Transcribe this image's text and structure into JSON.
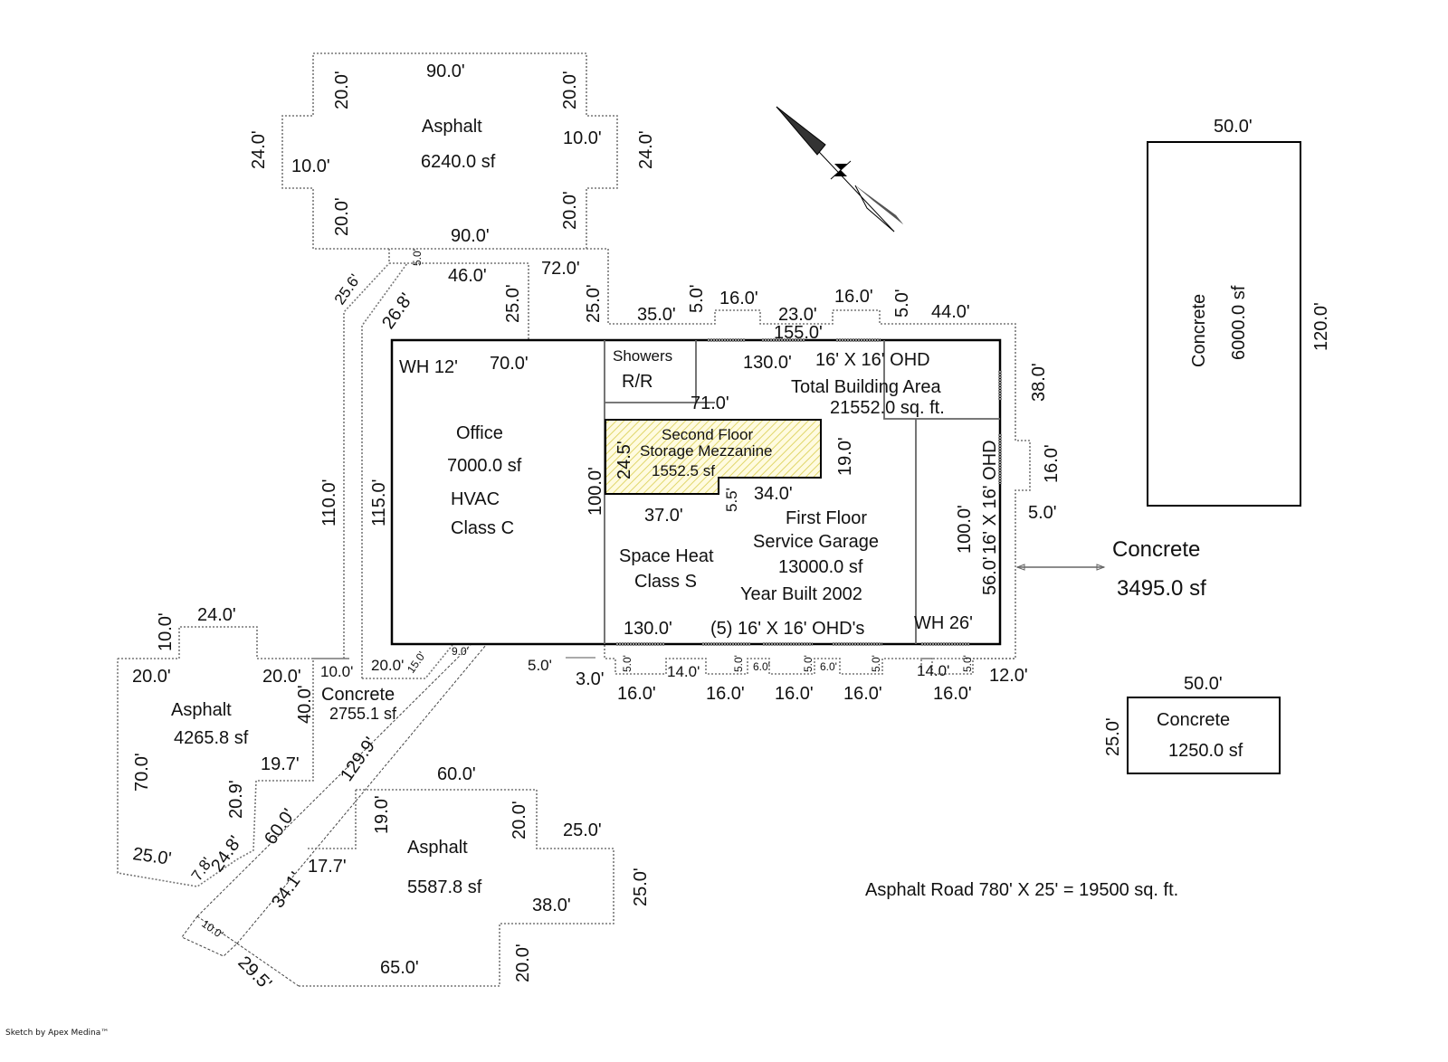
{
  "footer": "Sketch by Apex Medina™",
  "areas": {
    "asphalt_north": {
      "name": "Asphalt",
      "area": "6240.0 sf",
      "dims": {
        "top": "90.0'",
        "bottom": "90.0'",
        "left": "24.0'",
        "right": "24.0'",
        "left_inset": "10.0'",
        "right_inset": "10.0'",
        "tl": "20.0'",
        "tr": "20.0'",
        "bl": "20.0'",
        "br": "20.0'"
      }
    },
    "office": {
      "name": "Office",
      "area": "7000.0 sf",
      "hvac": "HVAC",
      "class": "Class C",
      "wh": "WH 12'",
      "width": "70.0'",
      "height": "100.0'"
    },
    "mezzanine": {
      "line1": "Second Floor",
      "line2": "Storage Mezzanine",
      "area": "1552.5 sf",
      "d1": "24.5'",
      "d2": "19.0'",
      "d3": "5.5'",
      "d4": "34.0'",
      "d5": "37.0'"
    },
    "garage": {
      "line1": "First Floor",
      "line2": "Service Garage",
      "area": "13000.0 sf",
      "year": "Year Built 2002",
      "heat": "Space Heat",
      "class": "Class S",
      "wh": "WH 26'",
      "width": "130.0'",
      "height": "100.0'"
    },
    "showers": {
      "line1": "Showers",
      "line2": "R/R"
    },
    "total": {
      "line1": "Total Building Area",
      "line2": "21552.0 sq. ft.",
      "ohd_top": "16' X 16' OHD",
      "ohd_side": "16' X 16' OHD",
      "ohd_bottom": "(5) 16' X 16' OHD's",
      "d155": "155.0'",
      "d130": "130.0'",
      "d71": "71.0'",
      "d56": "56.0'"
    },
    "concrete_east_big": {
      "name": "Concrete",
      "area": "6000.0 sf",
      "w": "50.0'",
      "h": "120.0'"
    },
    "concrete_east": {
      "name": "Concrete",
      "area": "3495.0 sf"
    },
    "concrete_small": {
      "name": "Concrete",
      "area": "1250.0 sf",
      "w": "50.0'",
      "h": "25.0'"
    },
    "concrete_west": {
      "name": "Concrete",
      "area": "2755.1 sf"
    },
    "asphalt_west": {
      "name": "Asphalt",
      "area": "4265.8 sf"
    },
    "asphalt_south": {
      "name": "Asphalt",
      "area": "5587.8 sf"
    },
    "road": "Asphalt Road 780' X 25' = 19500 sq. ft."
  },
  "dims": {
    "d46": "46.0'",
    "d72": "72.0'",
    "d25a": "25.0'",
    "d25b": "25.0'",
    "d25_6": "25.6'",
    "d26_8": "26.8'",
    "d5_top": "5.0'",
    "d35": "35.0'",
    "d5a": "5.0'",
    "d16a": "16.0'",
    "d23": "23.0'",
    "d16b": "16.0'",
    "d5b": "5.0'",
    "d44": "44.0'",
    "d38": "38.0'",
    "d16c": "16.0'",
    "d5c": "5.0'",
    "d12": "12.0'",
    "d110": "110.0'",
    "d115": "115.0'",
    "b5": "5.0'",
    "b3": "3.0'",
    "b14a": "14.0'",
    "b14b": "14.0'",
    "b6a": "6.0'",
    "b6b": "6.0'",
    "b5a": "5.0'",
    "b5b": "5.0'",
    "b5c": "5.0'",
    "b5d": "5.0'",
    "b5e": "5.0'",
    "b16a": "16.0'",
    "b16b": "16.0'",
    "b16c": "16.0'",
    "b16d": "16.0'",
    "b16e": "16.0'",
    "w10": "10.0'",
    "w24": "24.0'",
    "w20a": "20.0'",
    "w20b": "20.0'",
    "w10b": "10.0'",
    "w20c": "20.0'",
    "w15": "15.0'",
    "w9": "9.0'",
    "w40": "40.0'",
    "w70": "70.0'",
    "w19_7": "19.7'",
    "w20_9": "20.9'",
    "w25": "25.0'",
    "w7_8": "7.8'",
    "w24_8": "24.8'",
    "w60": "60.0'",
    "w129_9": "129.9'",
    "w34_1": "34.1'",
    "w17_7": "17.7'",
    "w10c": "10.0'",
    "w29_5": "29.5'",
    "s60": "60.0'",
    "s19": "19.0'",
    "s20a": "20.0'",
    "s25a": "25.0'",
    "s25b": "25.0'",
    "s38": "38.0'",
    "s65": "65.0'",
    "s20b": "20.0'"
  }
}
